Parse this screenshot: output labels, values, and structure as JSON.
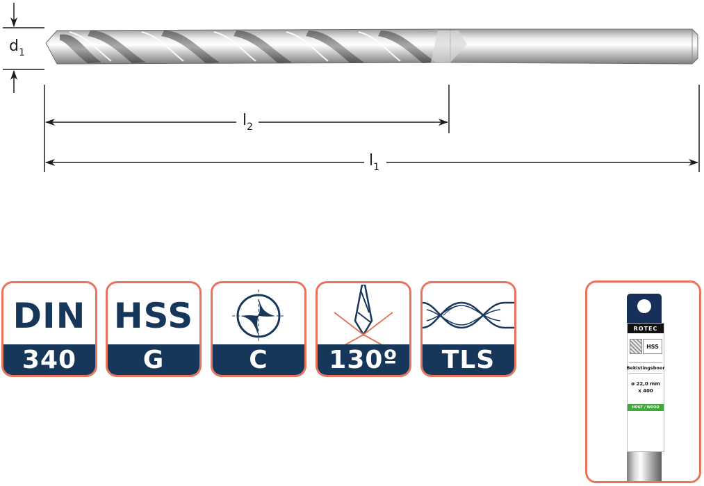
{
  "dimensions": {
    "d1": {
      "main": "d",
      "sub": "1"
    },
    "l2": {
      "main": "l",
      "sub": "2"
    },
    "l1": {
      "main": "l",
      "sub": "1"
    }
  },
  "badges": [
    {
      "top": "DIN",
      "bottom": "340",
      "icon": "text"
    },
    {
      "top": "HSS",
      "bottom": "G",
      "icon": "text"
    },
    {
      "top": "",
      "bottom": "C",
      "icon": "drill-cross-section-icon"
    },
    {
      "top": "",
      "bottom": "130º",
      "icon": "drill-point-angle-icon"
    },
    {
      "top": "",
      "bottom": "TLS",
      "icon": "drill-flute-icon"
    }
  ],
  "packaging": {
    "brand": "ROTEC",
    "material": "HSS",
    "product_name": "Bekistingsboor",
    "size_line1": "ø 22,0 mm",
    "size_line2": "x 400",
    "usage": "HOUT / WOOD"
  },
  "colors": {
    "navy": "#16365a",
    "badge_border": "#e8745d",
    "drill_steel": "#c9c9c9",
    "wood_green": "#3faa3a"
  }
}
